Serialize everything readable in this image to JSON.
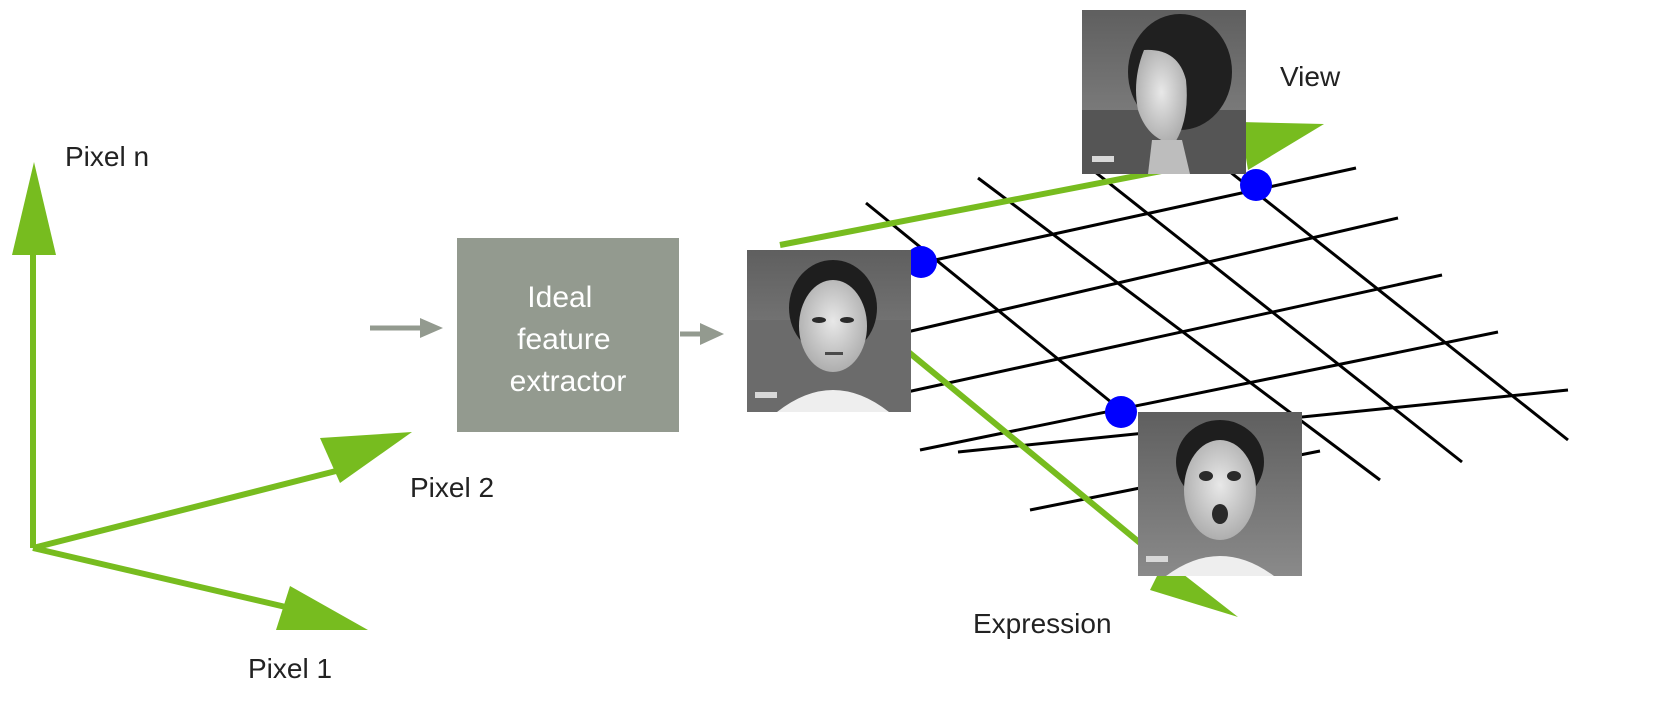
{
  "axes": {
    "pixel_n_label": "Pixel n",
    "pixel_2_label": "Pixel 2",
    "pixel_1_label": "Pixel 1"
  },
  "extractor": {
    "label_lines": [
      "Ideal",
      "feature",
      "extractor"
    ]
  },
  "manifold": {
    "view_label": "View",
    "expression_label": "Expression"
  },
  "photos": [
    {
      "name": "face-photo-front-neutral",
      "description_icon": "portrait-photo-icon"
    },
    {
      "name": "face-photo-profile-neutral",
      "description_icon": "portrait-photo-icon"
    },
    {
      "name": "face-photo-front-surprised",
      "description_icon": "portrait-photo-icon"
    }
  ],
  "colors": {
    "axis_green": "#77bc1f",
    "box_gray": "#939a8f",
    "arrow_gray": "#939a8f",
    "grid_black": "#000000",
    "point_blue": "#0000ff",
    "box_text": "#ffffff",
    "label_text": "#222222"
  }
}
